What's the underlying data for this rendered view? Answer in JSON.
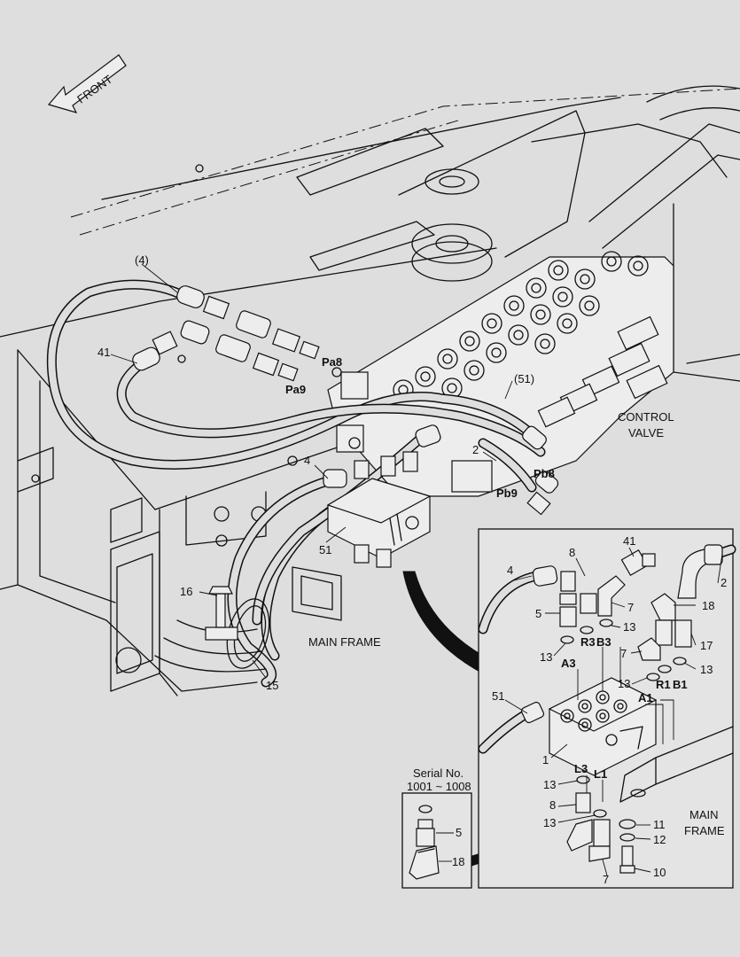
{
  "front_arrow": {
    "label": "FRONT"
  },
  "main_labels": {
    "control_valve_line1": "CONTROL",
    "control_valve_line2": "VALVE",
    "main_frame": "MAIN FRAME"
  },
  "ports_main": {
    "pa8": "Pa8",
    "pa9": "Pa9",
    "pb8": "Pb8",
    "pb9": "Pb9"
  },
  "callouts_main": {
    "c4p": "(4)",
    "c41": "41",
    "c51p": "(51)",
    "c2": "2",
    "c4": "4",
    "c51": "51",
    "c16": "16",
    "c15": "15"
  },
  "detail": {
    "ports": {
      "a3": "A3",
      "r3": "R3",
      "b3": "B3",
      "a1": "A1",
      "r1": "R1",
      "b1": "B1",
      "l3": "L3",
      "l1": "L1"
    },
    "callouts": {
      "c8": "8",
      "c41": "41",
      "c4": "4",
      "c2": "2",
      "c5": "5",
      "c7a": "7",
      "c18": "18",
      "c13a": "13",
      "c13b": "13",
      "c17": "17",
      "c7b": "7",
      "c13c": "13",
      "c13d": "13",
      "c51": "51",
      "c1": "1",
      "c13e": "13",
      "c8b": "8",
      "c13f": "13",
      "c11": "11",
      "c12": "12",
      "c10": "10",
      "c7c": "7"
    },
    "main_frame_line1": "MAIN",
    "main_frame_line2": "FRAME"
  },
  "serial_box": {
    "title_line1": "Serial No.",
    "title_line2": "1001 ~ 1008",
    "c5": "5",
    "c18": "18"
  }
}
